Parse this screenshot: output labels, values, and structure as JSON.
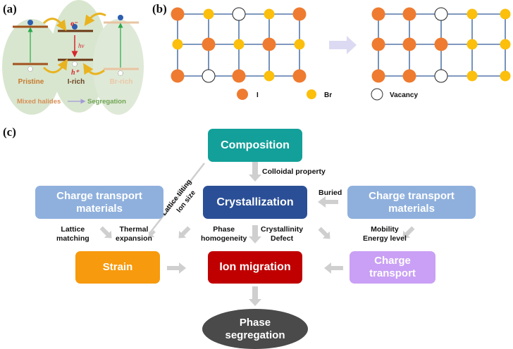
{
  "panel_a": {
    "label": "(a)",
    "states": [
      "Pristine",
      "I-rich",
      "Br-rich"
    ],
    "electron": "e⁻",
    "hole": "h⁺",
    "photon": "hν",
    "footer_left": "Mixed halides",
    "footer_right": "Segregation",
    "colors": {
      "bg": "#d8e6cf",
      "band": "#a0521d",
      "br_band": "#e8c4a2",
      "pristine_text": "#c77a2e",
      "irich_text": "#6b4423",
      "brrich_text": "#eac8a8",
      "segregation_text": "#6fa554",
      "excite_arrow": "#2aa84a",
      "emit_arrow": "#d6262d",
      "electron": "#2d5fb0"
    }
  },
  "panel_b": {
    "label": "(b)",
    "left_lattice": [
      [
        "I",
        "Br",
        "V",
        "Br",
        "I"
      ],
      [
        "Br",
        "I",
        "Br",
        "I",
        "Br"
      ],
      [
        "I",
        "V",
        "I",
        "Br",
        "I"
      ]
    ],
    "right_lattice": [
      [
        "I",
        "I",
        "V",
        "Br",
        "Br"
      ],
      [
        "I",
        "I",
        "I",
        "Br",
        "Br"
      ],
      [
        "I",
        "I",
        "V",
        "Br",
        "Br"
      ]
    ],
    "legend": [
      {
        "key": "I",
        "label": "I",
        "color": "#ee7b30"
      },
      {
        "key": "Br",
        "label": "Br",
        "color": "#fbbf0c"
      },
      {
        "key": "V",
        "label": "Vacancy",
        "color": "#ffffff"
      }
    ],
    "bond_color": "#5577aa",
    "arrow_color": "#dcdaf2"
  },
  "panel_c": {
    "label": "(c)",
    "nodes": {
      "composition": {
        "label": "Composition",
        "color": "#13a09a"
      },
      "crystallization": {
        "label": "Crystallization",
        "color": "#2a4f96"
      },
      "ctm_left": {
        "label": "Charge transport materials",
        "color": "#8fb0dd"
      },
      "ctm_right": {
        "label": "Charge transport materials",
        "color": "#8fb0dd"
      },
      "strain": {
        "label": "Strain",
        "color": "#f79a0d"
      },
      "ion_migration": {
        "label": "Ion migration",
        "color": "#c00000"
      },
      "charge_transport": {
        "label": "Charge transport",
        "color": "#c9a0f5"
      },
      "phase_segregation": {
        "label": "Phase segregation",
        "color": "#4a4a4a"
      }
    },
    "edge_labels": {
      "colloidal": "Colloidal property",
      "buried": "Buried",
      "lattice_tilting": "Lattice tilting",
      "ion_size": "Ion size",
      "lattice_matching": "Lattice\nmatching",
      "thermal_expansion": "Thermal\nexpansion",
      "phase_homogeneity": "Phase\nhomogeneity",
      "crystallinity_defect": "Crystallinity\nDefect",
      "mobility_energy": "Mobility\nEnergy level"
    },
    "arrow_color": "#cfcfcf"
  }
}
